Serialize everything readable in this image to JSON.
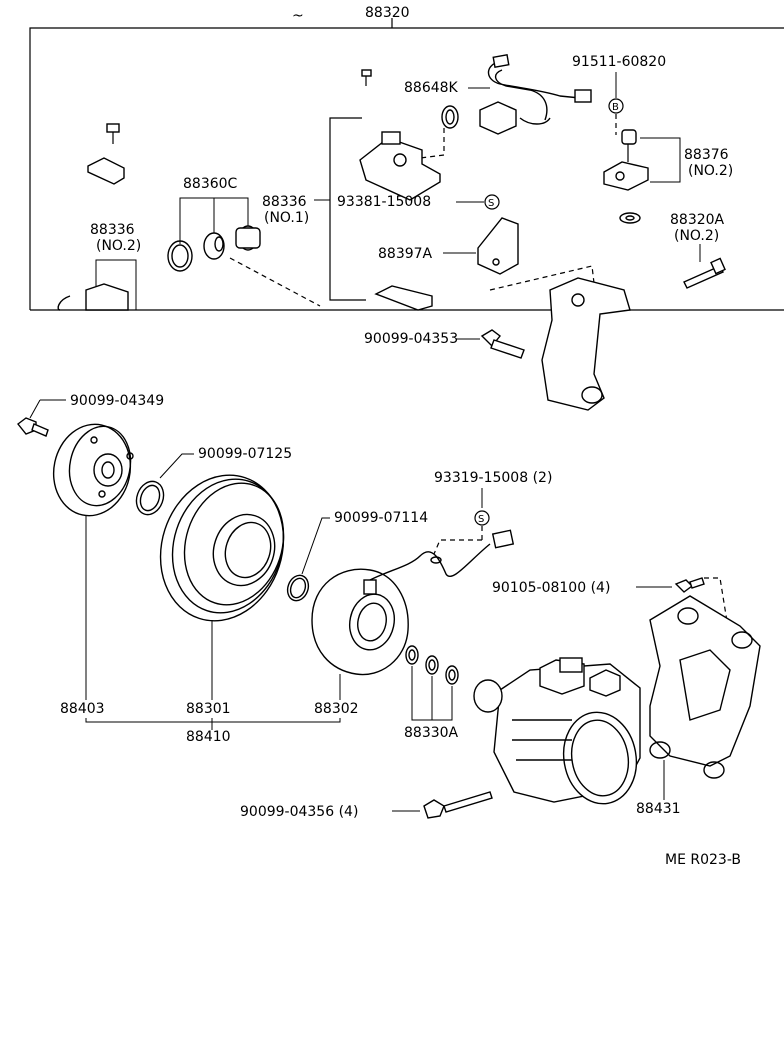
{
  "labels": {
    "assy": "88320",
    "tilde": "~",
    "harness": "88648K",
    "bolt_9151": "91511-60820",
    "valve": "88376",
    "valve_no": "(NO.2)",
    "seal_kit": "88360C",
    "part_88336_a": "88336",
    "part_88336_a_no": "(NO.1)",
    "part_88336_b": "88336",
    "part_88336_b_no": "(NO.2)",
    "ring_93381": "93381-15008",
    "bracket_88397": "88397A",
    "bolt_88320a": "88320A",
    "bolt_88320a_no": "(NO.2)",
    "bolt_90099_04353": "90099-04353",
    "bolt_90099_04349": "90099-04349",
    "ring_90099_07125": "90099-07125",
    "ring_93319": "93319-15008 (2)",
    "ring_90099_07114": "90099-07114",
    "bolt_90105": "90105-08100 (4)",
    "hub": "88403",
    "pulley": "88301",
    "coil": "88302",
    "clutch_assy": "88410",
    "shims": "88330A",
    "bolt_90099_04356": "90099-04356 (4)",
    "bracket_88431": "88431",
    "code": "ME R023-B"
  },
  "symbols": {
    "b": "B",
    "s": "S"
  }
}
